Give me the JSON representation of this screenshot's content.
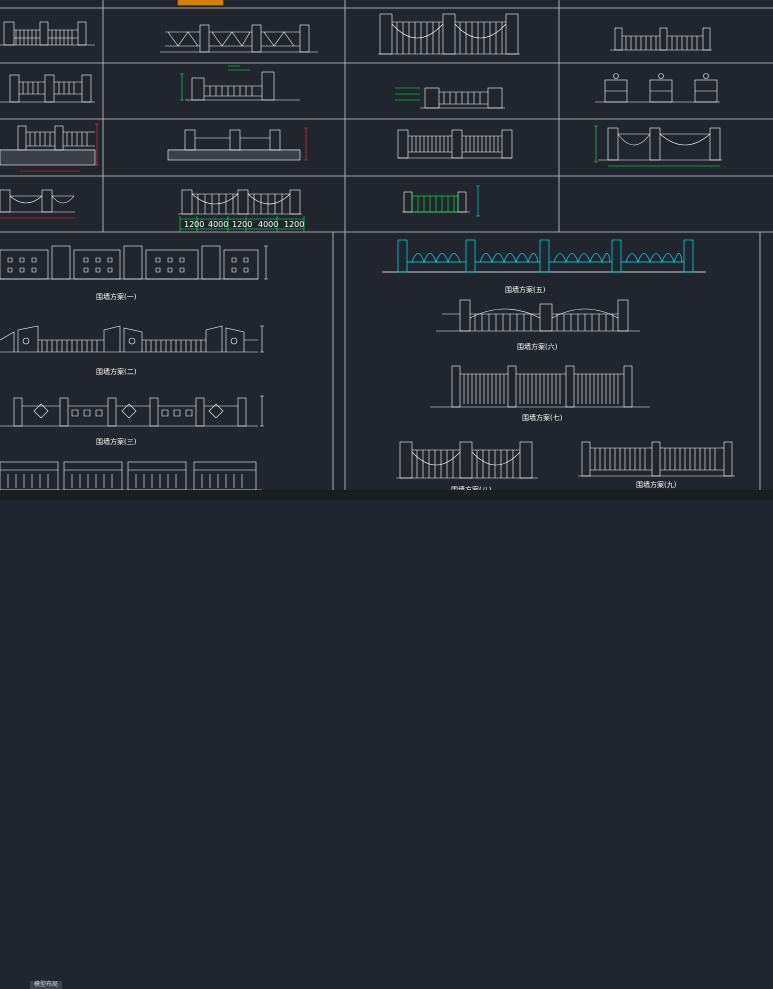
{
  "canvas": {
    "background": "#21252d",
    "line_color": "#ffffff",
    "accent_colors": [
      "#00e5ff",
      "#00ff44",
      "#ff3030",
      "#ff9900",
      "#ffff00"
    ]
  },
  "grid_dims": {
    "r4c4": [
      "1200",
      "4000",
      "1200",
      "4000",
      "1200"
    ]
  },
  "captions": {
    "plan1": "围墙方案(一)",
    "plan2": "围墙方案(二)",
    "plan3": "围墙方案(三)",
    "plan5": "围墙方案(五)",
    "plan6": "围墙方案(六)",
    "plan7": "围墙方案(七)",
    "plan8": "围墙方案(八)",
    "plan9": "围墙方案(九)"
  },
  "statusbar": {
    "tab_label": "模型布局"
  }
}
